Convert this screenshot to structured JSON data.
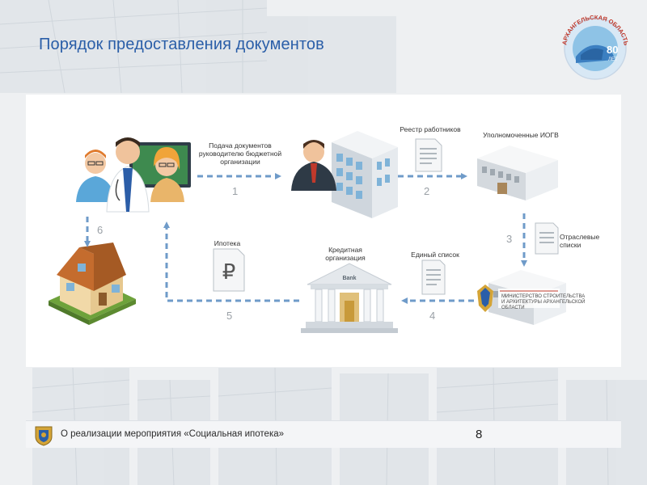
{
  "slide": {
    "title": "Порядок предоставления документов",
    "page_number": "8",
    "footer_text": "О реализации мероприятия «Социальная ипотека»"
  },
  "emblem": {
    "arc_text": "АРХАНГЕЛЬСКАЯ ОБЛАСТЬ",
    "years": "80",
    "years_suffix": "ЛЕТ"
  },
  "diagram": {
    "labels": {
      "submission": "Подача документов руководителю бюджетной организации",
      "registry": "Реестр работников",
      "authorized": "Уполномоченные ИОГВ",
      "sector_lists": "Отраслевые списки",
      "ministry": "МИНИСТЕРСТВО СТРОИТЕЛЬСТВА И АРХИТЕКТУРЫ АРХАНГЕЛЬСКОЙ ОБЛАСТИ",
      "unified_list": "Единый список",
      "credit_org": "Кредитная организация",
      "mortgage": "Ипотека",
      "bank": "Bank",
      "ruble": "₽"
    },
    "steps": [
      "1",
      "2",
      "3",
      "4",
      "5",
      "6"
    ]
  },
  "colors": {
    "title": "#2a5ea8",
    "arrow": "#6f9bc9",
    "panel": "#ffffff"
  }
}
